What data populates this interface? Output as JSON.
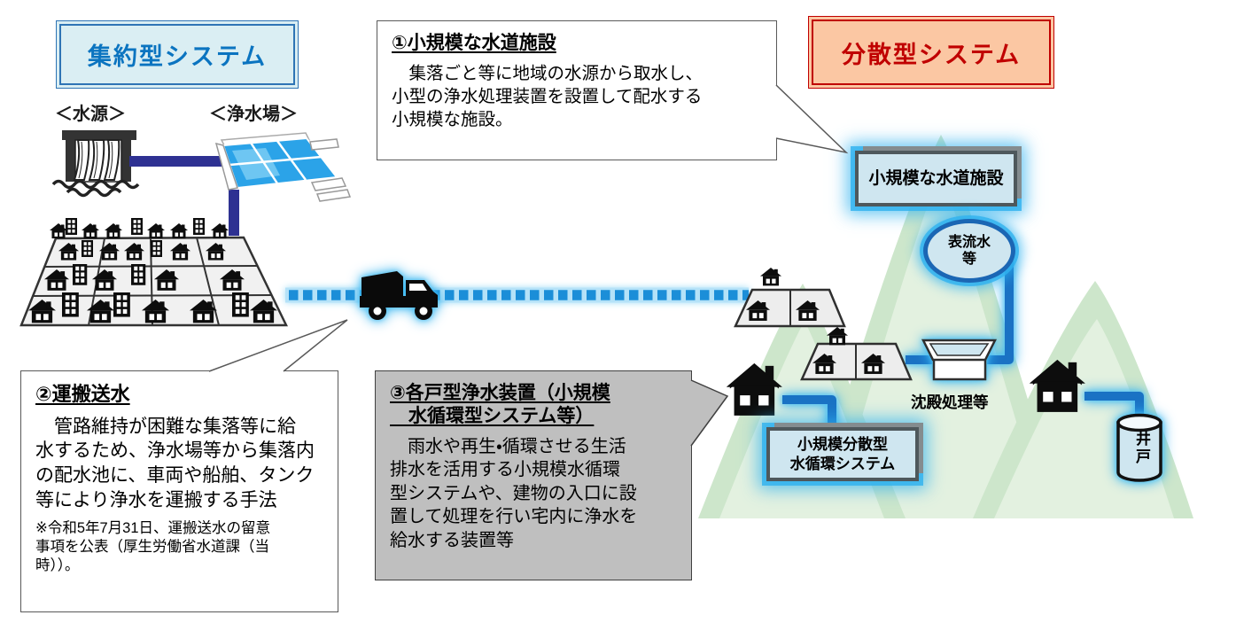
{
  "titles": {
    "centralized": "集約型システム",
    "distributed": "分散型システム"
  },
  "left_scene": {
    "source_label": "＜水源＞",
    "plant_label": "＜浄水場＞"
  },
  "callout1": {
    "title": "①小規模な水道施設",
    "body": "　集落ごと等に地域の水源から取水し、\n小型の浄水処理装置を設置して配水する\n小規模な施設。"
  },
  "callout2": {
    "title": "②運搬送水",
    "body": "　管路維持が困難な集落等に給\n水するため、浄水場等から集落内\nの配水池に、車両や船舶、タンク\n等により浄水を運搬する手法",
    "note": "※令和5年7月31日、運搬送水の留意\n事項を公表（厚生労働省水道課（当\n時））。"
  },
  "callout3": {
    "title": "③各戸型浄水装置（小規模\n　水循環型システム等）",
    "body": "　雨水や再生・循環させる生活\n排水を活用する小規模水循環\n型システムや、建物の入口に設\n置して処理を行い宅内に浄水を\n給水する装置等"
  },
  "right_scene": {
    "facility_label": "小規模な水道施設",
    "surface_water_label": "表流水\n等",
    "sedimentation_label": "沈殿処理等",
    "recycle_label": "小規模分散型\n水循環システム",
    "well_label": "井戸"
  },
  "colors": {
    "centralized_accent": "#0b74c0",
    "centralized_fill": "#daeef3",
    "distributed_accent": "#c00000",
    "distributed_fill": "#fbc7a3",
    "glow_blue": "#2fb1ef",
    "pipe_blue": "#1a72c4",
    "dash_blue": "#1b8ed8",
    "navy": "#2e3192",
    "mountain_green": "#cde6cb",
    "mountain_green_light": "#e3f1e0",
    "panel_gray": "#bfbfbf",
    "label_box_fill": "#cfe6f0"
  }
}
